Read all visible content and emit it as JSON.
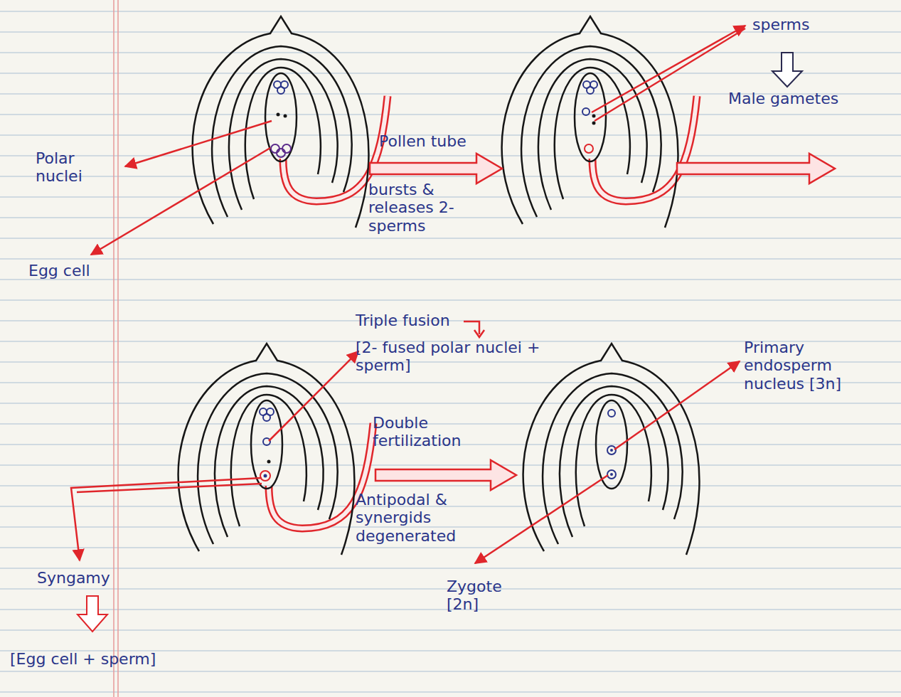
{
  "diagram": {
    "labels": [
      "Polar nuclei",
      "Egg cell",
      "Pollen tube",
      "bursts & releases 2- sperms",
      "sperms",
      "Male gametes",
      "Triple fusion",
      "[2- fused polar nuclei + sperm]",
      "Primary endosperm nucleus [3n]",
      "Double fertilization",
      "Antipodal & synergids degenerated",
      "Syngamy",
      "[Egg cell + sperm]",
      "Zygote [2n]"
    ]
  }
}
